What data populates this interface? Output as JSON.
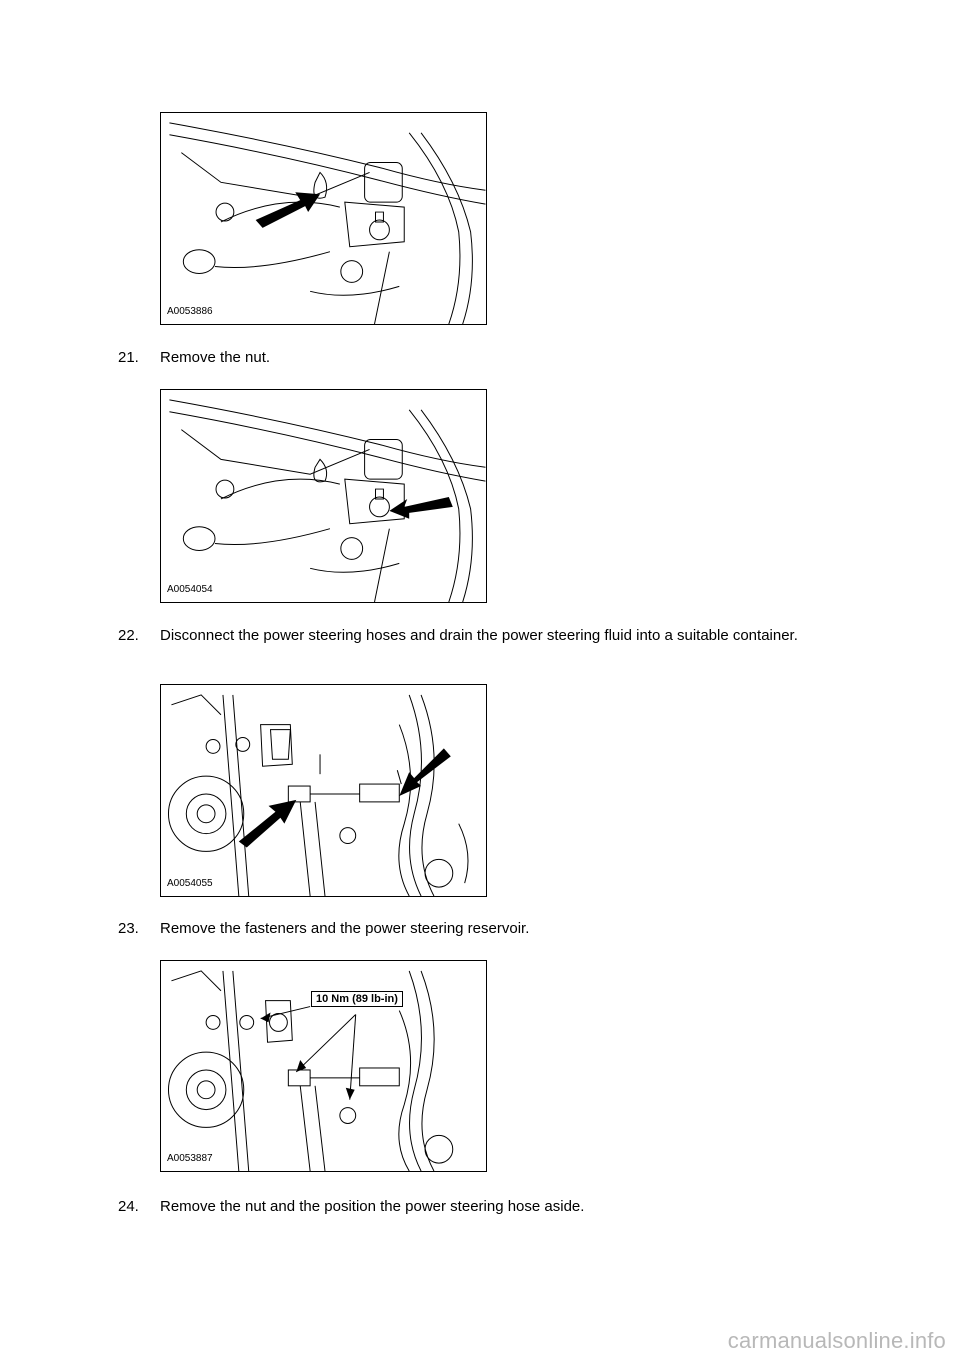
{
  "figures": [
    {
      "code": "A0053886"
    },
    {
      "code": "A0054054"
    },
    {
      "code": "A0054055"
    },
    {
      "code": "A0053887",
      "callout": "10 Nm (89 lb-in)"
    }
  ],
  "steps": [
    {
      "number": "21.",
      "text": "Remove the nut."
    },
    {
      "number": "22.",
      "text": "Disconnect the power steering hoses and drain the power steering fluid into a suitable container."
    },
    {
      "number": "23.",
      "text": "Remove the fasteners and the power steering reservoir."
    },
    {
      "number": "24.",
      "text": "Remove the nut and the position the power steering hose aside."
    }
  ],
  "footer": {
    "site": "carmanualsonline.info"
  }
}
